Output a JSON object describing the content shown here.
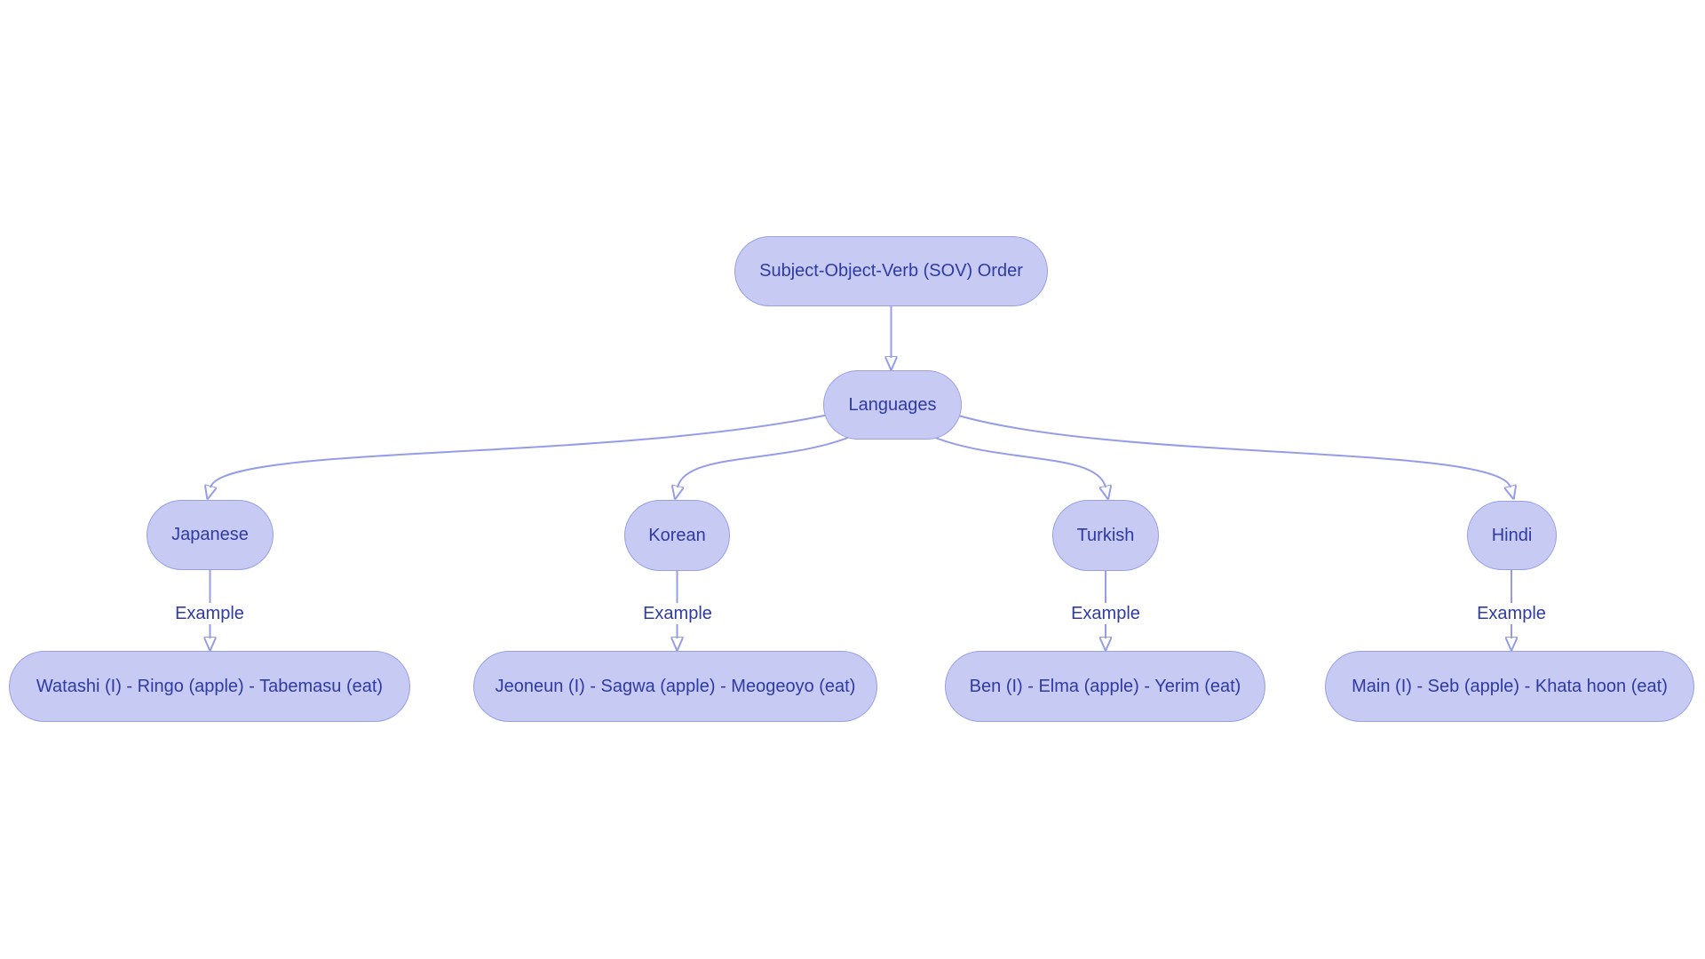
{
  "diagram": {
    "title_node": "Subject-Object-Verb (SOV) Order",
    "hub_node": "Languages",
    "edge_label": "Example",
    "languages": [
      {
        "name": "Japanese",
        "example": "Watashi (I) - Ringo (apple) - Tabemasu (eat)"
      },
      {
        "name": "Korean",
        "example": "Jeoneun (I) - Sagwa (apple) - Meogeoyo (eat)"
      },
      {
        "name": "Turkish",
        "example": "Ben (I) - Elma (apple) - Yerim (eat)"
      },
      {
        "name": "Hindi",
        "example": "Main (I) - Seb (apple) - Khata hoon (eat)"
      }
    ],
    "colors": {
      "node_fill": "#c7cbf4",
      "node_border": "#989ee8",
      "edge": "#959ce8",
      "text": "#2f3aa4",
      "background": "#ffffff"
    }
  }
}
